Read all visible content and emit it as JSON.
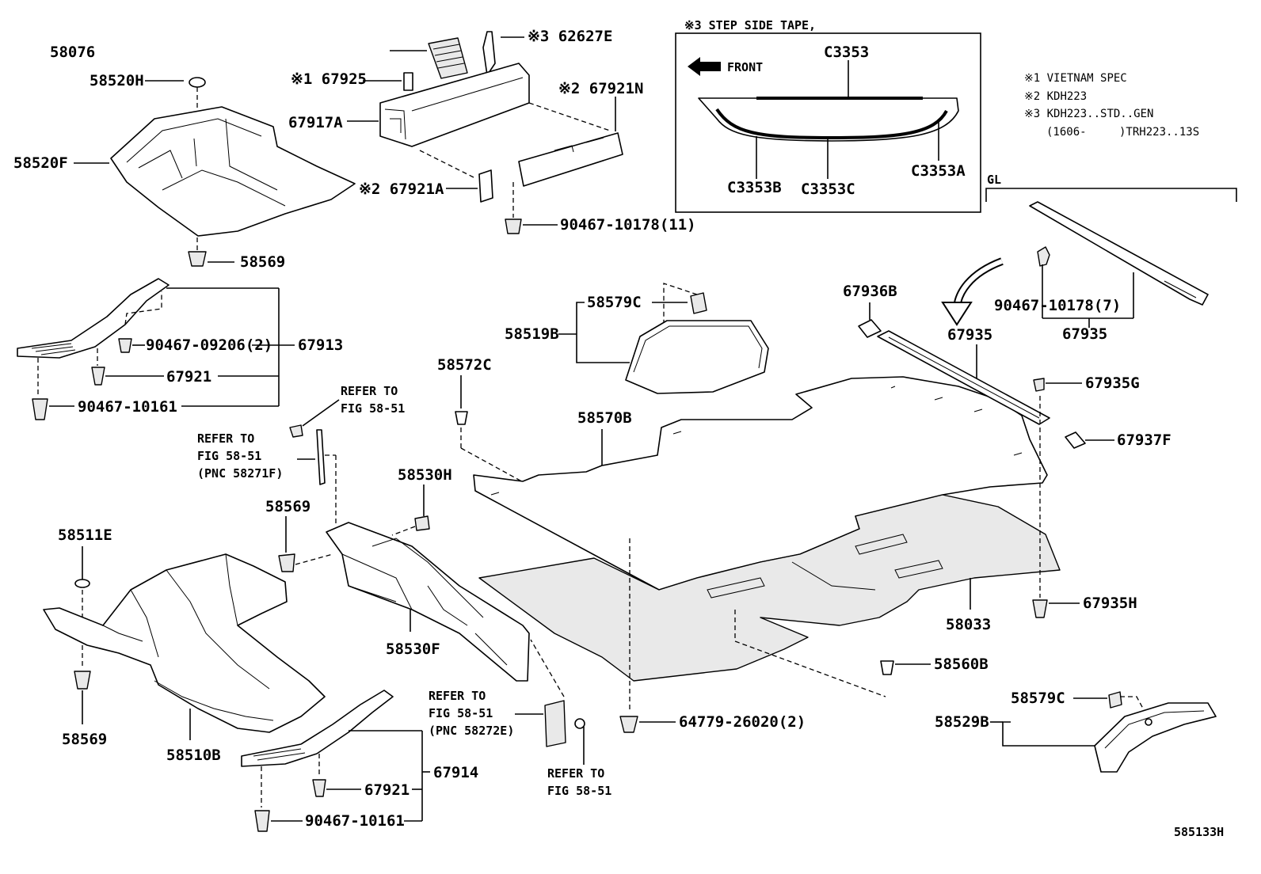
{
  "diagram_id": "585133H",
  "labels": {
    "p58076": "58076",
    "p62627E": "※3 62627E",
    "p58520H": "58520H",
    "p67925": "※1 67925",
    "p67921N": "※2 67921N",
    "p67917A": "67917A",
    "p58520F": "58520F",
    "p67921A": "※2 67921A",
    "p9046710178_11": "90467-10178(11)",
    "p58569_top": "58569",
    "p9046709206_2": "90467-09206(2)",
    "p67913": "67913",
    "p67921_top": "67921",
    "p9046710161_top": "90467-10161",
    "p58579C_top": "58579C",
    "p58519B": "58519B",
    "p58572C": "58572C",
    "p58570B": "58570B",
    "p67936B": "67936B",
    "p67935_mid": "67935",
    "p67935G": "67935G",
    "p67937F": "67937F",
    "p9046710178_7": "90467-10178(7)",
    "p67935_right": "67935",
    "p58530H": "58530H",
    "p58569_mid": "58569",
    "p58511E": "58511E",
    "p58530F": "58530F",
    "p58033": "58033",
    "p67935H": "67935H",
    "p58560B": "58560B",
    "p58569_bot": "58569",
    "p58510B": "58510B",
    "p67921_bot": "67921",
    "p67914": "67914",
    "p9046710161_bot": "90467-10161",
    "p6477926020_2": "64779-26020(2)",
    "p58579C_bot": "58579C",
    "p58529B": "58529B",
    "gl": "GL"
  },
  "refs": {
    "ref1_line1": "REFER TO",
    "ref1_line2": "FIG 58-51",
    "ref2_line1": "REFER TO",
    "ref2_line2": "FIG 58-51",
    "ref2_line3": "(PNC 58271F)",
    "ref3_line1": "REFER TO",
    "ref3_line2": "FIG 58-51",
    "ref3_line3": "(PNC 58272E)",
    "ref4_line1": "REFER TO",
    "ref4_line2": "FIG 58-51"
  },
  "inset": {
    "title": "※3 STEP SIDE TAPE,",
    "front": "FRONT",
    "c3353": "C3353",
    "c3353b": "C3353B",
    "c3353c": "C3353C",
    "c3353a": "C3353A"
  },
  "notes": {
    "n1": "※1 VIETNAM SPEC",
    "n2": "※2 KDH223",
    "n3": "※3 KDH223..STD..GEN",
    "n4a": "(1606-",
    "n4b": ")TRH223..13S"
  }
}
